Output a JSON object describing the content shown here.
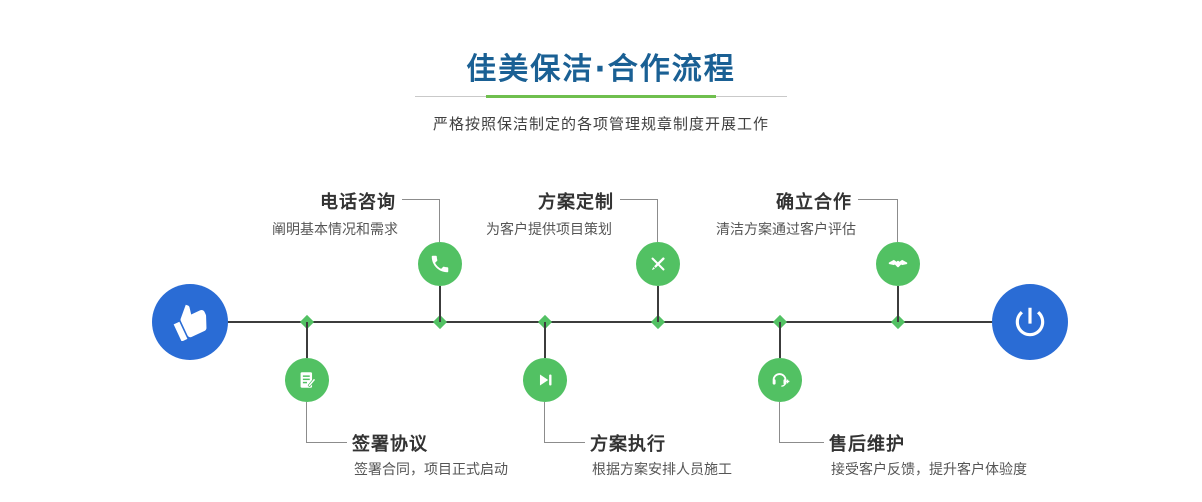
{
  "page": {
    "title": "佳美保洁·合作流程",
    "subtitle": "严格按照保洁制定的各项管理规章制度开展工作"
  },
  "colors": {
    "title_blue": "#1a6094",
    "endpoint_blue": "#2a6cd5",
    "node_green": "#52c163",
    "line_dark": "#3c3c3c",
    "connector_gray": "#8c8c8c",
    "label_dark": "#333333",
    "desc_gray": "#555555",
    "accent_green": "#6fbf4e",
    "divider_gray": "#c9c9c9"
  },
  "timeline": {
    "start_icon": "pointing-hand-icon",
    "end_icon": "power-icon"
  },
  "steps_top": [
    {
      "label": "电话咨询",
      "desc": "阐明基本情况和需求",
      "icon": "phone-icon"
    },
    {
      "label": "方案定制",
      "desc": "为客户提供项目策划",
      "icon": "design-icon"
    },
    {
      "label": "确立合作",
      "desc": "清洁方案通过客户评估",
      "icon": "handshake-icon"
    }
  ],
  "steps_bottom": [
    {
      "label": "签署协议",
      "desc": "签署合同，项目正式启动",
      "icon": "contract-icon"
    },
    {
      "label": "方案执行",
      "desc": "根据方案安排人员施工",
      "icon": "execute-icon"
    },
    {
      "label": "售后维护",
      "desc": "接受客户反馈，提升客户体验度",
      "icon": "headset-icon"
    }
  ]
}
